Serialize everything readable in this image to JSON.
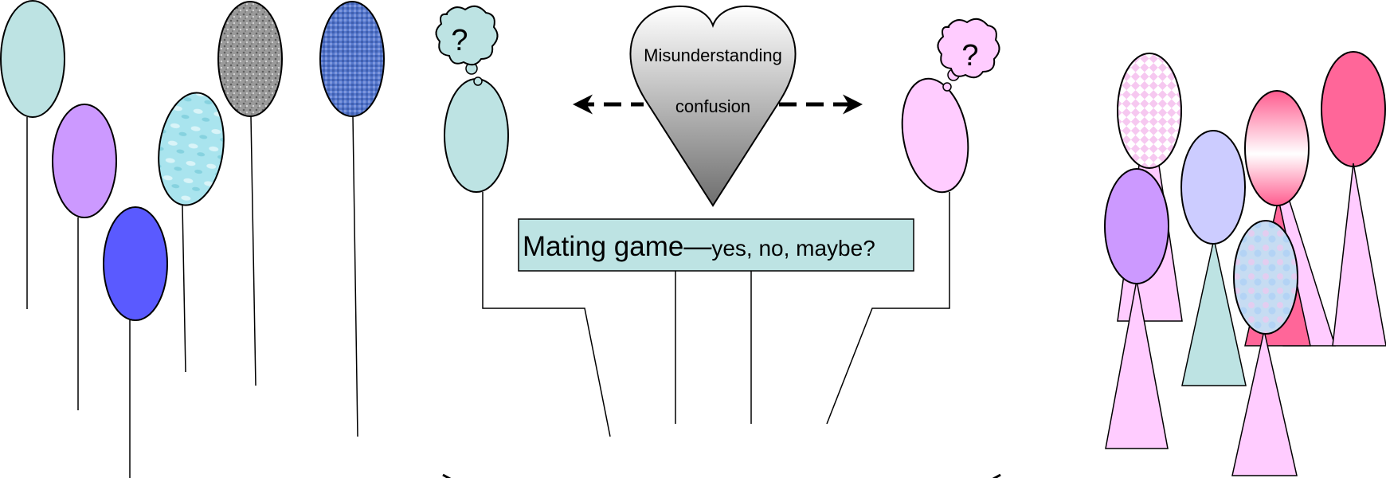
{
  "heart": {
    "line1": "Misunderstanding",
    "line2": "confusion"
  },
  "caption": {
    "main": "Mating game",
    "dash": "—",
    "rest": "yes, no, maybe?"
  },
  "thought_left": {
    "mark": "?"
  },
  "thought_right": {
    "mark": "?"
  },
  "colors": {
    "teal": "#bde3e3",
    "lavender": "#cc99ff",
    "blue": "#5a5aff",
    "pink": "#ffccff",
    "hot_pink": "#ff6699",
    "periwinkle": "#ccccff",
    "caption_bg": "#bde3e3"
  }
}
